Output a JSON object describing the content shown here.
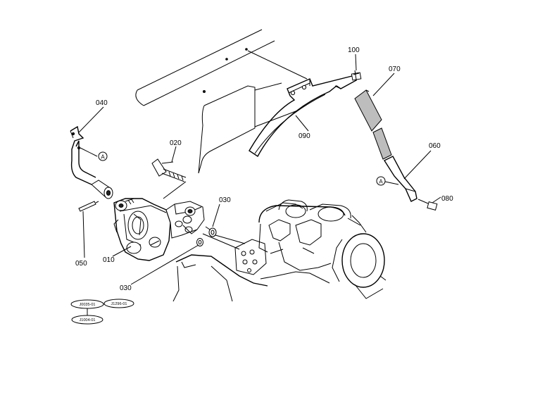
{
  "callouts": [
    {
      "id": "010",
      "text": "010"
    },
    {
      "id": "020",
      "text": "020"
    },
    {
      "id": "030a",
      "text": "030"
    },
    {
      "id": "030b",
      "text": "030"
    },
    {
      "id": "040",
      "text": "040"
    },
    {
      "id": "050",
      "text": "050"
    },
    {
      "id": "060",
      "text": "060"
    },
    {
      "id": "070",
      "text": "070"
    },
    {
      "id": "080",
      "text": "080"
    },
    {
      "id": "090",
      "text": "090"
    },
    {
      "id": "100",
      "text": "100"
    }
  ],
  "reference_markers": [
    {
      "id": "a1",
      "text": "A"
    },
    {
      "id": "a2",
      "text": "A"
    }
  ],
  "serial_codes": [
    {
      "id": "s1",
      "text": "J0035-01"
    },
    {
      "id": "s2",
      "text": "J1296-01"
    },
    {
      "id": "s3",
      "text": "J1004-01"
    }
  ]
}
